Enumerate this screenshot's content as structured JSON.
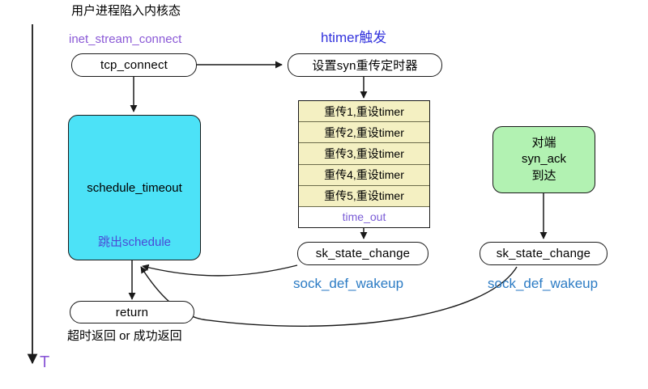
{
  "diagram": {
    "title": "TCP connect kernel flow with SYN retransmission timer",
    "timeline": {
      "axis_label": "T",
      "axis_color": "#8a58d6"
    },
    "headers": {
      "kernel_entry": "用户进程陷入内核态",
      "inet_stream_connect": "inet_stream_connect",
      "htimer_trigger": "htimer触发"
    },
    "nodes": {
      "tcp_connect": "tcp_connect",
      "set_syn_timer": "设置syn重传定时器",
      "schedule_timeout": "schedule_timeout",
      "schedule_exit": "跳出schedule",
      "peer_syn_ack": [
        "对端",
        "syn_ack",
        "到达"
      ],
      "sk_state_change_left": "sk_state_change",
      "sk_state_change_right": "sk_state_change",
      "return_box": "return"
    },
    "retransmission": {
      "rows": [
        "重传1,重设timer",
        "重传2,重设timer",
        "重传3,重设timer",
        "重传4,重设timer",
        "重传5,重设timer"
      ],
      "timeout_label": "time_out"
    },
    "annotations": {
      "wakeup_left": "sock_def_wakeup",
      "wakeup_right": "sock_def_wakeup",
      "return_caption": "超时返回 or 成功返回"
    },
    "colors": {
      "cyan_block": "#4ce2f7",
      "green_block": "#b2f2b2",
      "table_row": "#f4f0c2",
      "purple_text": "#8a58d6",
      "blue_text": "#3333dd",
      "steel_text": "#2b7bc4",
      "stroke": "#1a1a1a"
    }
  }
}
